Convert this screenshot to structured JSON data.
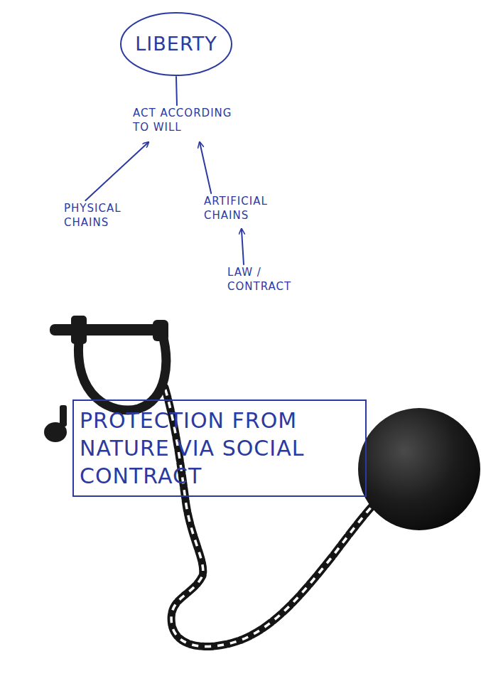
{
  "diagram": {
    "nodes": [
      {
        "text": [
          "LIBERTY"
        ]
      },
      {
        "text": [
          "ACT ACCORDING TO WILL"
        ]
      },
      {
        "text": [
          "PHYSICAL CHAINS"
        ]
      },
      {
        "text": [
          "ARTIFICIAL CHAINS"
        ]
      },
      {
        "text": [
          "LAW / CONTRACT"
        ]
      },
      {
        "text": [
          "PROTECTION FROM NATURE VIA SOCIAL CONTRACT"
        ]
      }
    ],
    "edges": [
      {
        "from": 0,
        "to": 1,
        "arrow": "none"
      },
      {
        "from": 2,
        "to": 1,
        "arrow": "to"
      },
      {
        "from": 3,
        "to": 1,
        "arrow": "to"
      },
      {
        "from": 4,
        "to": 3,
        "arrow": "to"
      }
    ]
  }
}
